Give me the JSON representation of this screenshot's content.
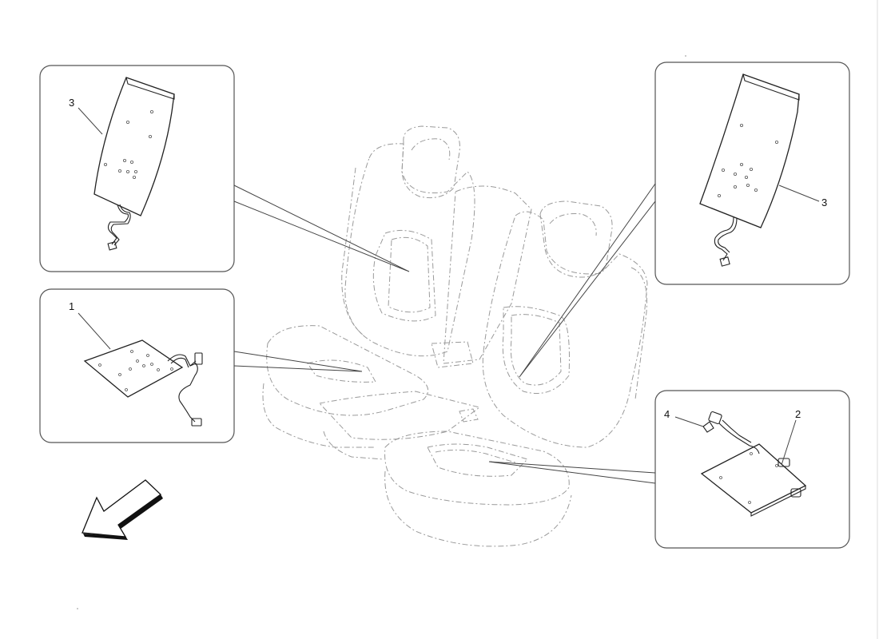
{
  "callouts": {
    "backrest_left": {
      "number": "3"
    },
    "backrest_right": {
      "number": "3"
    },
    "cushion_left": {
      "number": "1"
    },
    "cushion_right": {
      "number": "2",
      "connector_number": "4"
    }
  },
  "colors": {
    "outline": "#222222",
    "seat_ghost": "#9a9a9a",
    "box_border": "#555555",
    "background": "#ffffff"
  },
  "icons": {
    "direction": "front-direction-arrow-icon"
  }
}
